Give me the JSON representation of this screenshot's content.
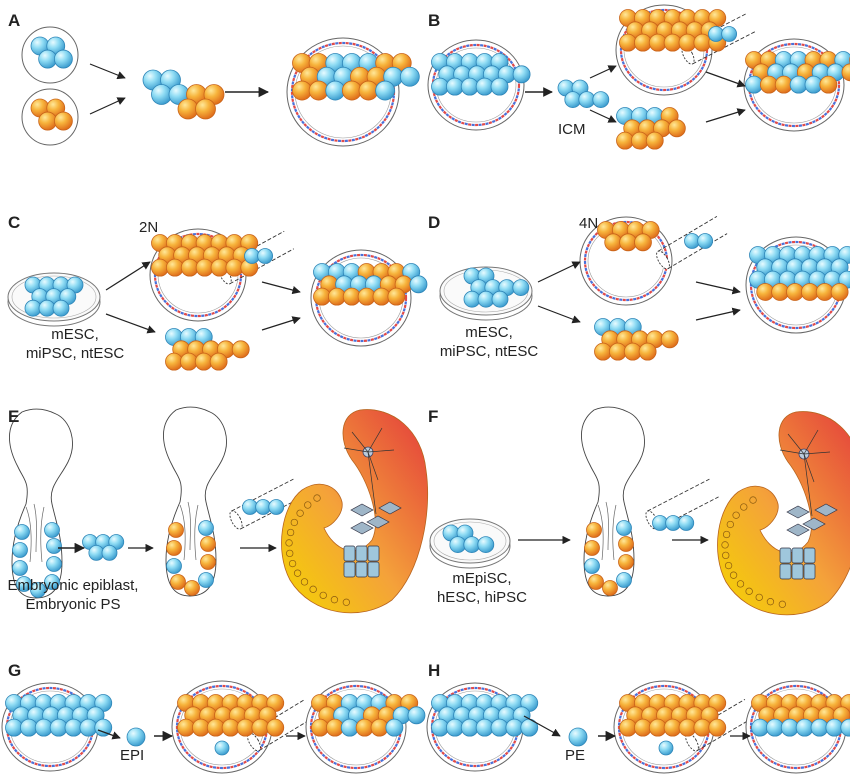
{
  "panels": {
    "A": {
      "letter": "A"
    },
    "B": {
      "letter": "B",
      "icm": "ICM"
    },
    "C": {
      "letter": "C",
      "ploidy": "2N",
      "cells": "mESC,",
      "cells2": "miPSC, ntESC"
    },
    "D": {
      "letter": "D",
      "ploidy": "4N",
      "cells": "mESC,",
      "cells2": "miPSC, ntESC"
    },
    "E": {
      "letter": "E",
      "source": "Embryonic epiblast,",
      "source2": "Embryonic PS"
    },
    "F": {
      "letter": "F",
      "cells": "mEpiSC,",
      "cells2": "hESC, hiPSC"
    },
    "G": {
      "letter": "G",
      "cell": "EPI"
    },
    "H": {
      "letter": "H",
      "cell": "PE"
    }
  },
  "colors": {
    "blue_cell": "#7fd3f0",
    "orange_cell": "#f4a93a",
    "trophectoderm_red": "#e04a4a",
    "trophectoderm_blue": "#4a70d8",
    "embryo_yellow": "#f2c811",
    "embryo_red": "#e8463c"
  }
}
